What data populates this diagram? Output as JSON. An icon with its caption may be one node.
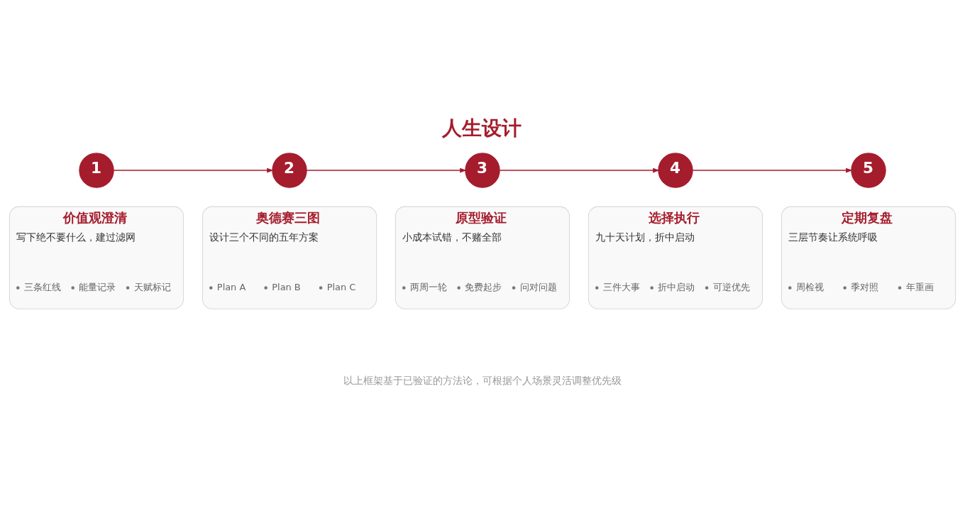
{
  "diagram": {
    "title": "人生设计",
    "caption": "以上框架基于已验证的方法论，可根据个人场景灵活调整优先级",
    "nodes": [
      {
        "text": [
          "1"
        ]
      },
      {
        "text": [
          "2"
        ]
      },
      {
        "text": [
          "3"
        ]
      },
      {
        "text": [
          "4"
        ]
      },
      {
        "text": [
          "5"
        ]
      },
      {
        "text": [
          "价值观澄清",
          "写下绝不要什么，建过滤网",
          "三条红线",
          "能量记录",
          "天赋标记"
        ]
      },
      {
        "text": [
          "奥德赛三图",
          "设计三个不同的五年方案",
          "Plan A",
          "Plan B",
          "Plan C"
        ]
      },
      {
        "text": [
          "原型验证",
          "小成本试错，不赌全部",
          "两周一轮",
          "免费起步",
          "问对问题"
        ]
      },
      {
        "text": [
          "选择执行",
          "九十天计划，折中启动",
          "三件大事",
          "折中启动",
          "可逆优先"
        ]
      },
      {
        "text": [
          "定期复盘",
          "三层节奏让系统呼吸",
          "周检视",
          "季对照",
          "年重画"
        ]
      }
    ],
    "edges": [
      {
        "from": 0,
        "to": 1,
        "arrow": "to"
      },
      {
        "from": 1,
        "to": 2,
        "arrow": "to"
      },
      {
        "from": 2,
        "to": 3,
        "arrow": "to"
      },
      {
        "from": 3,
        "to": 4,
        "arrow": "to"
      }
    ]
  }
}
